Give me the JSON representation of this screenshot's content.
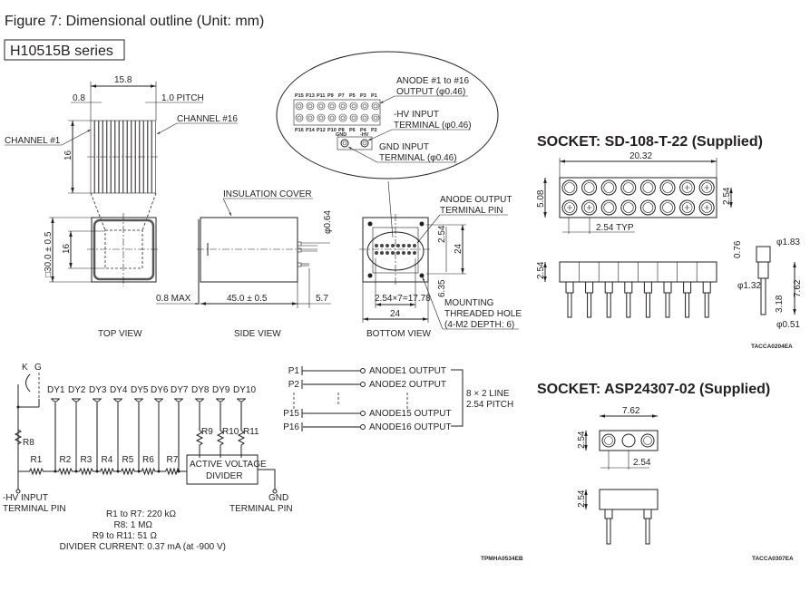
{
  "figure_title": "Figure 7: Dimensional outline (Unit: mm)",
  "series_label": "H10515B series",
  "top_view": {
    "dim_width": "15.8",
    "dim_gap": "0.8",
    "pitch": "1.0 PITCH",
    "channel_first": "CHANNEL #1",
    "channel_last": "CHANNEL #16",
    "dim_height": "16",
    "dim_square": "□30.0 ± 0.5",
    "dim_inner": "16",
    "caption": "TOP VIEW"
  },
  "side_view": {
    "insulation": "INSULATION COVER",
    "dim_max": "0.8 MAX",
    "dim_length": "45.0 ± 0.5",
    "dim_pin": "5.7",
    "dim_pin_dia": "φ0.64",
    "caption": "SIDE VIEW"
  },
  "bottom_view": {
    "anode_pin": [
      "ANODE OUTPUT",
      "TERMINAL PIN"
    ],
    "dim_254": "2.54",
    "dim_24v": "24",
    "dim_635": "6.35",
    "dim_pitch": "2.54×7=17.78",
    "dim_24h": "24",
    "mounting": [
      "MOUNTING",
      "THREADED HOLE",
      "(4-M2 DEPTH: 6)"
    ],
    "caption": "BOTTOM VIEW"
  },
  "detail": {
    "top_pins": [
      "P15",
      "P13",
      "P11",
      "P9",
      "P7",
      "P5",
      "P3",
      "P1"
    ],
    "bottom_pins": [
      "P16",
      "P14",
      "P12",
      "P10",
      "P8",
      "P6",
      "P4",
      "P2"
    ],
    "gnd": "GND",
    "hv": "-HV",
    "anode_label": [
      "ANODE #1 to #16",
      "OUTPUT (φ0.46)"
    ],
    "hv_label": [
      "-HV INPUT",
      "TERMINAL (φ0.46)"
    ],
    "gnd_label": [
      "GND INPUT",
      "TERMINAL (φ0.46)"
    ]
  },
  "circuit": {
    "k": "K",
    "g": "G",
    "dynodes": [
      "DY1",
      "DY2",
      "DY3",
      "DY4",
      "DY5",
      "DY6",
      "DY7",
      "DY8",
      "DY9",
      "DY10"
    ],
    "resistors": [
      "R1",
      "R2",
      "R3",
      "R4",
      "R5",
      "R6",
      "R7"
    ],
    "r8": "R8",
    "r_top": [
      "R9",
      "R10",
      "R11"
    ],
    "divider": [
      "ACTIVE VOLTAGE",
      "DIVIDER"
    ],
    "hv_pin": [
      "-HV INPUT",
      "TERMINAL PIN"
    ],
    "gnd_pin": [
      "GND",
      "TERMINAL PIN"
    ],
    "values": [
      "R1 to R7: 220 kΩ",
      "R8: 1 MΩ",
      "R9 to R11: 51 Ω",
      "DIVIDER CURRENT: 0.37 mA (at -900 V)"
    ],
    "code": "TPMHA0534EB"
  },
  "pinout": {
    "rows": [
      {
        "pin": "P1",
        "label": "ANODE1 OUTPUT"
      },
      {
        "pin": "P2",
        "label": "ANODE2 OUTPUT"
      },
      {
        "pin": "P15",
        "label": "ANODE15 OUTPUT"
      },
      {
        "pin": "P16",
        "label": "ANODE16 OUTPUT"
      }
    ],
    "note": [
      "8 × 2 LINE",
      "2.54 PITCH"
    ]
  },
  "socket1": {
    "title": "SOCKET: SD-108-T-22 (Supplied)",
    "dim_width": "20.32",
    "dim_height": "5.08",
    "dim_row": "2.54",
    "dim_typ": "2.54 TYP",
    "dim_side": "2.54",
    "dim_183": "φ1.83",
    "dim_076": "0.76",
    "dim_132": "φ1.32",
    "dim_762": "7.62",
    "dim_318": "3.18",
    "dim_051": "φ0.51",
    "code": "TACCA0204EA"
  },
  "socket2": {
    "title": "SOCKET: ASP24307-02 (Supplied)",
    "dim_width": "7.62",
    "dim_height": "2.54",
    "dim_pitch": "2.54",
    "dim_side": "2.54",
    "code": "TACCA0307EA"
  }
}
